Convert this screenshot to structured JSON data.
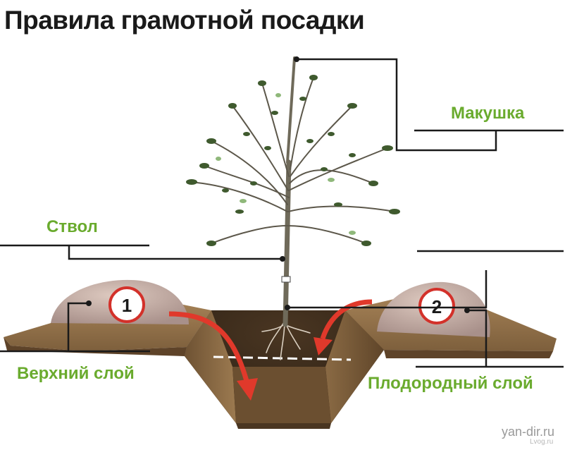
{
  "title": "Правила грамотной посадки",
  "labels": {
    "top": "Макушка",
    "trunk": "Ствол",
    "upper_layer": "Верхний слой",
    "fertile_layer": "Плодородный слой"
  },
  "mounds": [
    {
      "number": "1"
    },
    {
      "number": "2"
    }
  ],
  "watermark": "yan-dir.ru",
  "watermark_small": "Lvog.ru",
  "colors": {
    "label_green": "#6aab2e",
    "arrow_red": "#e0392b",
    "soil_brown": "#8a6a45",
    "mound": "#c9b3a9",
    "leaf": "#3f5a2e"
  }
}
